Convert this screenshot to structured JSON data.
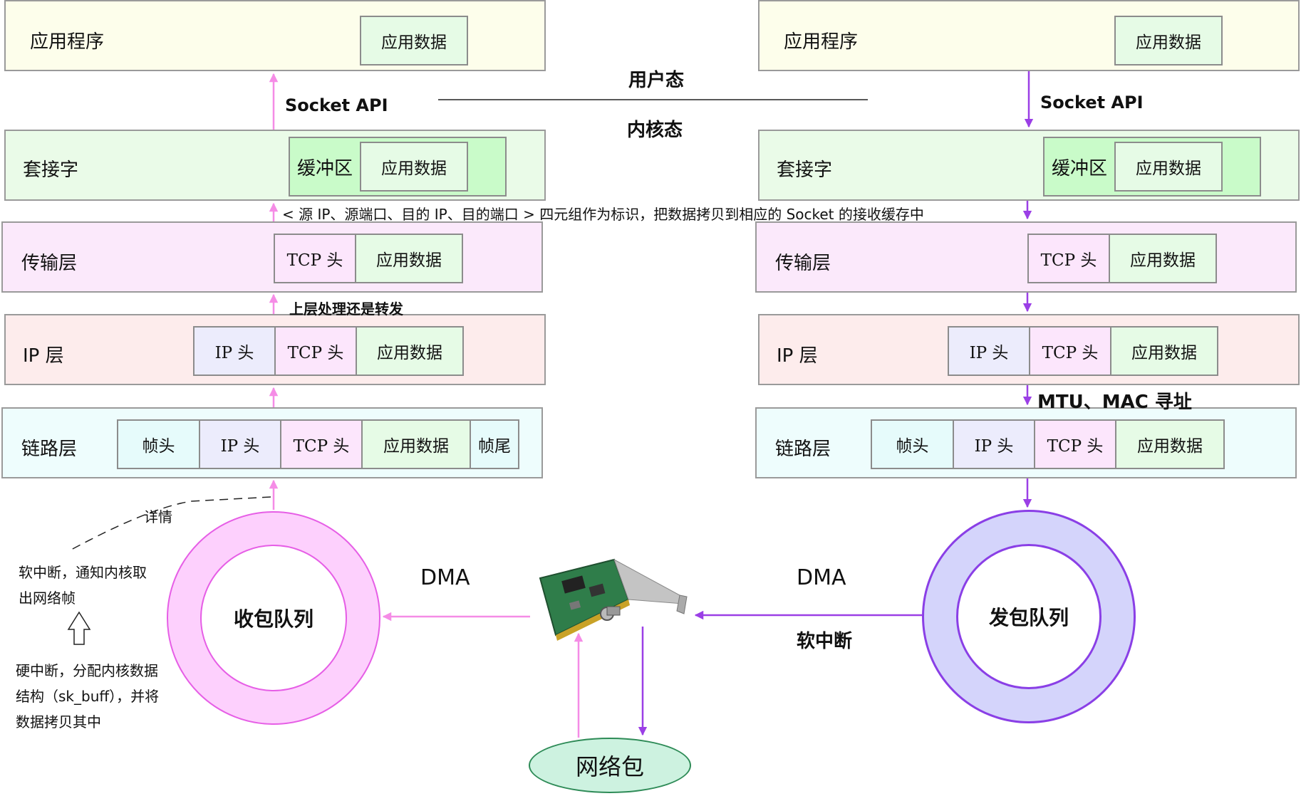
{
  "colors": {
    "rx_arrow": "#f58ce6",
    "tx_arrow": "#9b3fe6",
    "app": "#fdfeeb",
    "socket": "#eafbe8",
    "transport": "#fbe9fb",
    "ip": "#fdecec",
    "link": "#eefdfd"
  },
  "labels": {
    "application": "应用程序",
    "socket": "套接字",
    "transport": "传输层",
    "ip": "IP 层",
    "link": "链路层",
    "app_data": "应用数据",
    "buffer": "缓冲区",
    "tcp_header": "TCP 头",
    "ip_header": "IP 头",
    "frame_header": "帧头",
    "frame_tail": "帧尾"
  },
  "annotations": {
    "user_mode": "用户态",
    "kernel_mode": "内核态",
    "socket_api": "Socket API",
    "four_tuple": "< 源 IP、源端口、目的 IP、目的端口 > 四元组作为标识，把数据拷贝到相应的 Socket 的接收缓存中",
    "forward": "上层处理还是转发",
    "mtu_mac": "MTU、MAC 寻址",
    "detail": "详情",
    "softirq_note_line1": "软中断，通知内核取",
    "softirq_note_line2": "出网络帧",
    "hardirq_note_line1": "硬中断，分配内核数据",
    "hardirq_note_line2": "结构（sk_buff），并将",
    "hardirq_note_line3": "数据拷贝其中",
    "dma": "DMA",
    "softirq": "软中断",
    "rx_queue": "收包队列",
    "tx_queue": "发包队列",
    "network_packet": "网络包"
  },
  "icons": {
    "nic": "network-card-icon",
    "hollow_up_arrow": "hollow-up-arrow-icon"
  }
}
